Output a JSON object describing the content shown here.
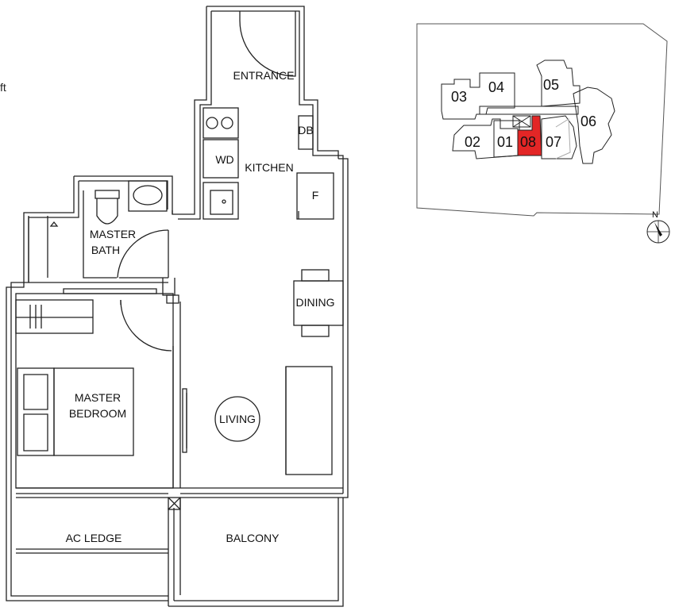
{
  "edge_fragment": "ft",
  "rooms": {
    "entrance": "ENTRANCE",
    "kitchen": "KITCHEN",
    "db": "DB",
    "wd": "WD",
    "fridge": "F",
    "master_bath_1": "MASTER",
    "master_bath_2": "BATH",
    "dining": "DINING",
    "master_bedroom_1": "MASTER",
    "master_bedroom_2": "BEDROOM",
    "living": "LIVING",
    "ac_ledge": "AC LEDGE",
    "balcony": "BALCONY"
  },
  "key_plan": {
    "units": [
      "03",
      "04",
      "05",
      "06",
      "02",
      "01",
      "08",
      "07"
    ],
    "highlight_unit": "08",
    "highlight_color": "#e32626",
    "north_label": "N"
  }
}
